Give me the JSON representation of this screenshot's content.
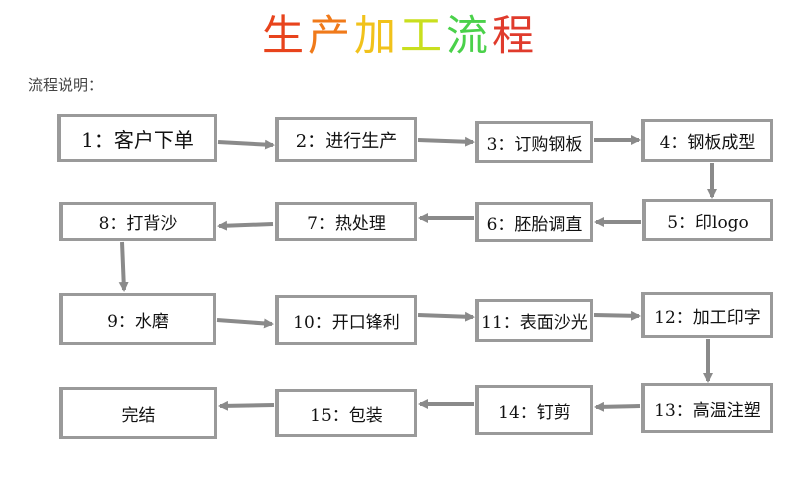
{
  "title": {
    "chars": [
      {
        "text": "生",
        "color": "#e8431c"
      },
      {
        "text": "产",
        "color": "#f07a1a"
      },
      {
        "text": "加",
        "color": "#f1c21b"
      },
      {
        "text": "工",
        "color": "#c9df1e"
      },
      {
        "text": "流",
        "color": "#4ad14a"
      },
      {
        "text": "程",
        "color": "#e03b2c"
      }
    ]
  },
  "subtitle": "流程说明：",
  "steps": [
    {
      "id": "s1",
      "label": "1：客户下单"
    },
    {
      "id": "s2",
      "label": "2：进行生产"
    },
    {
      "id": "s3",
      "label": "3：订购钢板"
    },
    {
      "id": "s4",
      "label": "4：钢板成型"
    },
    {
      "id": "s5",
      "label": "5：印logo"
    },
    {
      "id": "s6",
      "label": "6：胚胎调直"
    },
    {
      "id": "s7",
      "label": "7：热处理"
    },
    {
      "id": "s8",
      "label": "8：打背沙"
    },
    {
      "id": "s9",
      "label": "9：水磨"
    },
    {
      "id": "s10",
      "label": "10：开口锋利"
    },
    {
      "id": "s11",
      "label": "11：表面沙光"
    },
    {
      "id": "s12",
      "label": "12：加工印字"
    },
    {
      "id": "s13",
      "label": "13：高温注塑"
    },
    {
      "id": "s14",
      "label": "14：钉剪"
    },
    {
      "id": "s15",
      "label": "15：包装"
    },
    {
      "id": "s16",
      "label": "完结"
    }
  ],
  "colors": {
    "arrow": "#8a8a8a",
    "border": "#9a9a9a"
  }
}
